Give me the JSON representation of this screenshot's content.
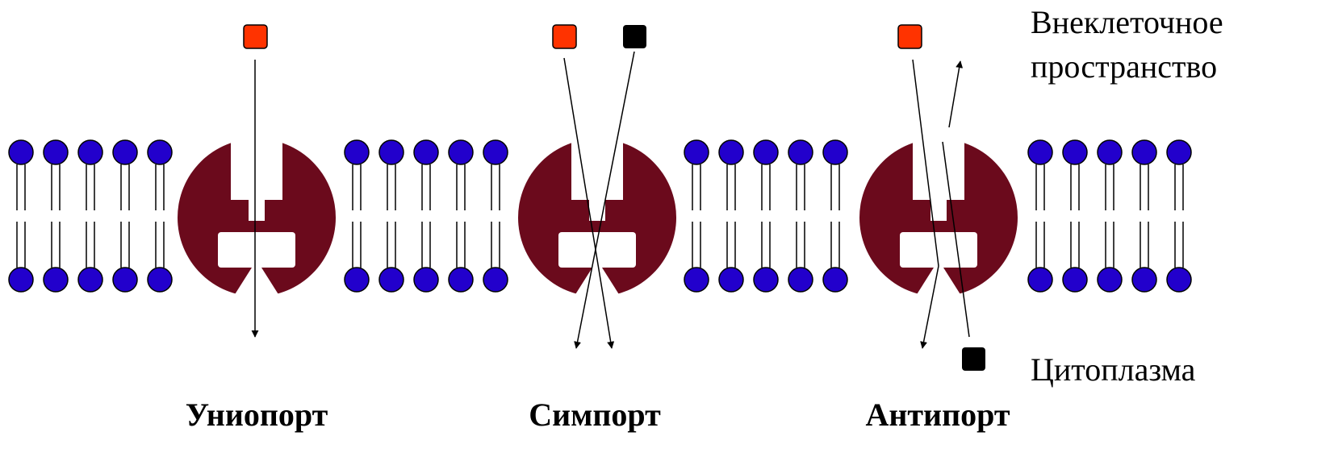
{
  "regions": {
    "extracellular_line1": "Внеклеточное",
    "extracellular_line2": "пространство",
    "cytoplasm": "Цитоплазма"
  },
  "mechanisms": [
    {
      "key": "uniport",
      "label": "Униопорт"
    },
    {
      "key": "symport",
      "label": "Симпорт"
    },
    {
      "key": "antiport",
      "label": "Антипорт"
    }
  ],
  "colors": {
    "lipid_head": "#2200cc",
    "protein": "#6b0a1c",
    "substance_a": "#ff3300",
    "substance_b": "#000000",
    "background": "#ffffff"
  }
}
